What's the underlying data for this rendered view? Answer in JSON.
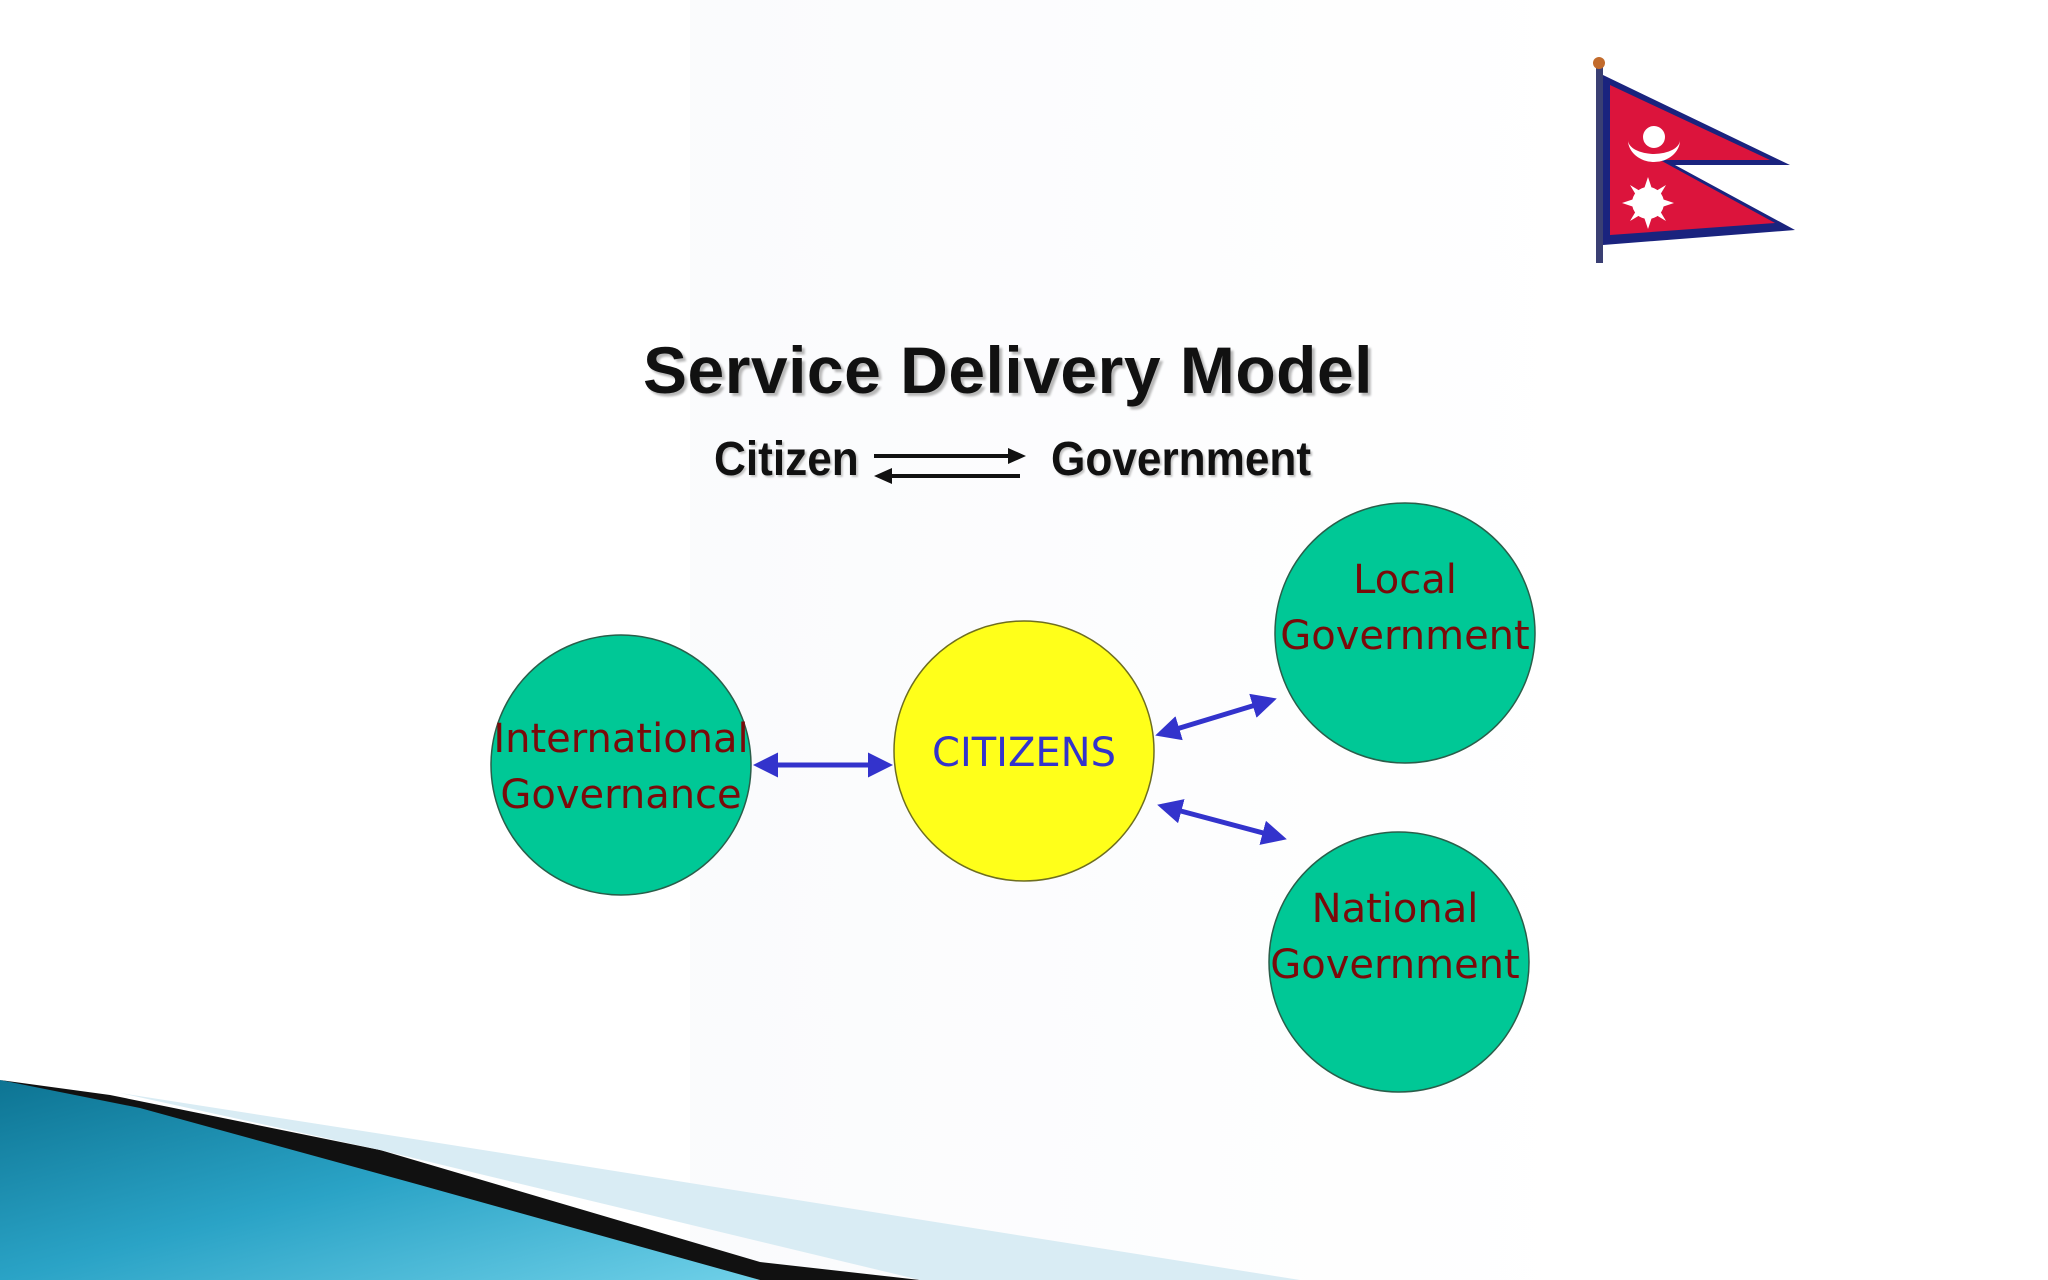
{
  "slide": {
    "title": "Service Delivery Model",
    "subtitle_left": "Citizen",
    "subtitle_right": "Government"
  },
  "diagram": {
    "center_node": {
      "label": "CITIZENS",
      "fill": "#ffff1a",
      "text_color": "#3333cc"
    },
    "nodes": [
      {
        "id": "international",
        "line1": "International",
        "line2": "Governance"
      },
      {
        "id": "local",
        "line1": "Local",
        "line2": "Government"
      },
      {
        "id": "national",
        "line1": "National",
        "line2": "Government"
      }
    ],
    "node_fill": "#00c896",
    "node_text_color": "#7a0a0a",
    "arrow_color": "#3333cc"
  },
  "decor": {
    "flag_icon": "nepal-flag-icon",
    "flag_colors": {
      "crimson": "#dc143c",
      "border": "#1a237e",
      "emblem": "#ffffff"
    },
    "corner_gradient": [
      "#0e7fa0",
      "#5fc5e0"
    ]
  }
}
